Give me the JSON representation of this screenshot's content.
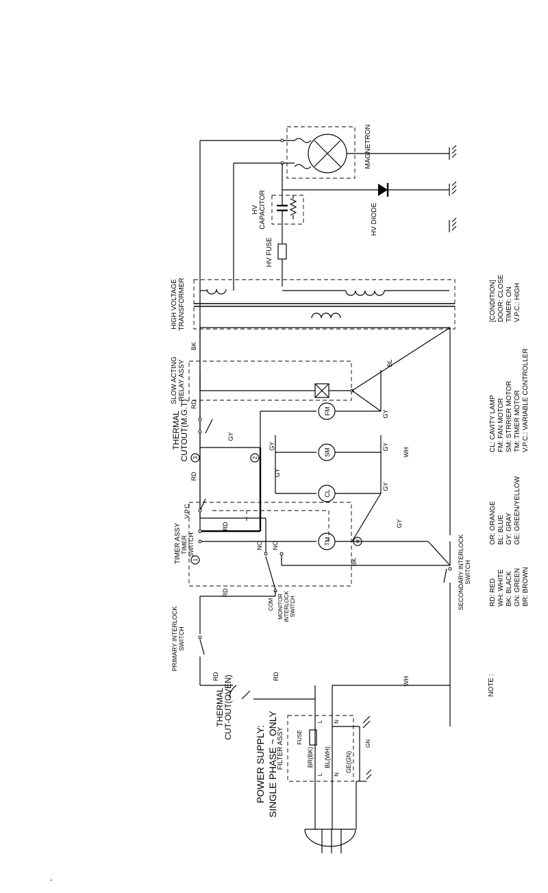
{
  "magnetron": "MAGNETRON",
  "hv_capacitor": [
    "HV",
    "CAPACITOR"
  ],
  "hv_diode": "HV DIODE",
  "hv_fuse": "HV FUSE",
  "hv_transformer": [
    "HIGH VOLTAGE",
    "TRANSFORMER"
  ],
  "slow_relay": [
    "SLOW ACTING",
    "RELAY ASSY"
  ],
  "thermal_mgt": [
    "THERMAL",
    "CUTOUT(M.G.T)"
  ],
  "timer_assy": "TIMER ASSY",
  "timer_switch": [
    "TIMER",
    "SWITCH"
  ],
  "vpc": "V.P.C",
  "secondary_interlock": [
    "SECONDARY INTERLOCK",
    "SWITCH"
  ],
  "monitor_interlock": [
    "MONITOR",
    "INTERLOCK",
    "SWITCH"
  ],
  "primary_interlock": [
    "PRIMARY INTERLOCK",
    "SWITCH"
  ],
  "thermal_oven": [
    "THERMAL",
    "CUT-OUT(OVEN)"
  ],
  "filter_assy": "FILTER ASSY",
  "fuse": "FUSE",
  "power_supply": [
    "POWER SUPPLY:",
    "SINGLE PHASE ~ ONLY"
  ],
  "motors": {
    "fm": "FM",
    "sm": "SM",
    "cl": "CL",
    "tm": "TM"
  },
  "terminals": {
    "t1": "1",
    "t2": "2",
    "t3": "3",
    "tm": "M",
    "no": "NO",
    "nc": "NC",
    "com": "COM",
    "l1": "L",
    "l2": "L",
    "n1": "N",
    "n2": "N",
    "gn": "GN"
  },
  "wires": {
    "bk1": "BK",
    "bk2": "BK",
    "bl": "BL",
    "rd1": "RD",
    "rd2": "RD",
    "rd3": "RD",
    "rd4": "RD",
    "rd5": "RD",
    "rd6": "RD",
    "gy1": "GY",
    "gy2": "GY",
    "gy3": "GY",
    "gy4": "GY",
    "gy5": "GY",
    "gy6": "GY",
    "gy7": "GY",
    "wh1": "WH",
    "wh2": "WH",
    "br_bk": "BR(BK)",
    "bl_wh": "BL(WH)",
    "ge_gn": "GE(GN)"
  },
  "note_title": "NOTE :",
  "colors_col1": [
    "RD: RED",
    "WH: WHITE",
    "BK: BLACK",
    "GN: GREEN",
    "BR: BROWN"
  ],
  "colors_col2": [
    "OR: ORANGE",
    "BL: BLUE",
    "GY: GRAY",
    "GE: GREEN/YELLOW"
  ],
  "parts_list": [
    "CL: CAVITY LAMP",
    "FM: FAN MOTOR",
    "SM: STRRIER MOTOR",
    "TM: TIMER MOTOR",
    "V.P.C.: VARIABLE CONTROLLER"
  ],
  "condition": [
    "[CONDITION]",
    "DOOR: CLOSE",
    "TIMER: ON",
    "V.P.C.: HIGH"
  ],
  "mark": "."
}
